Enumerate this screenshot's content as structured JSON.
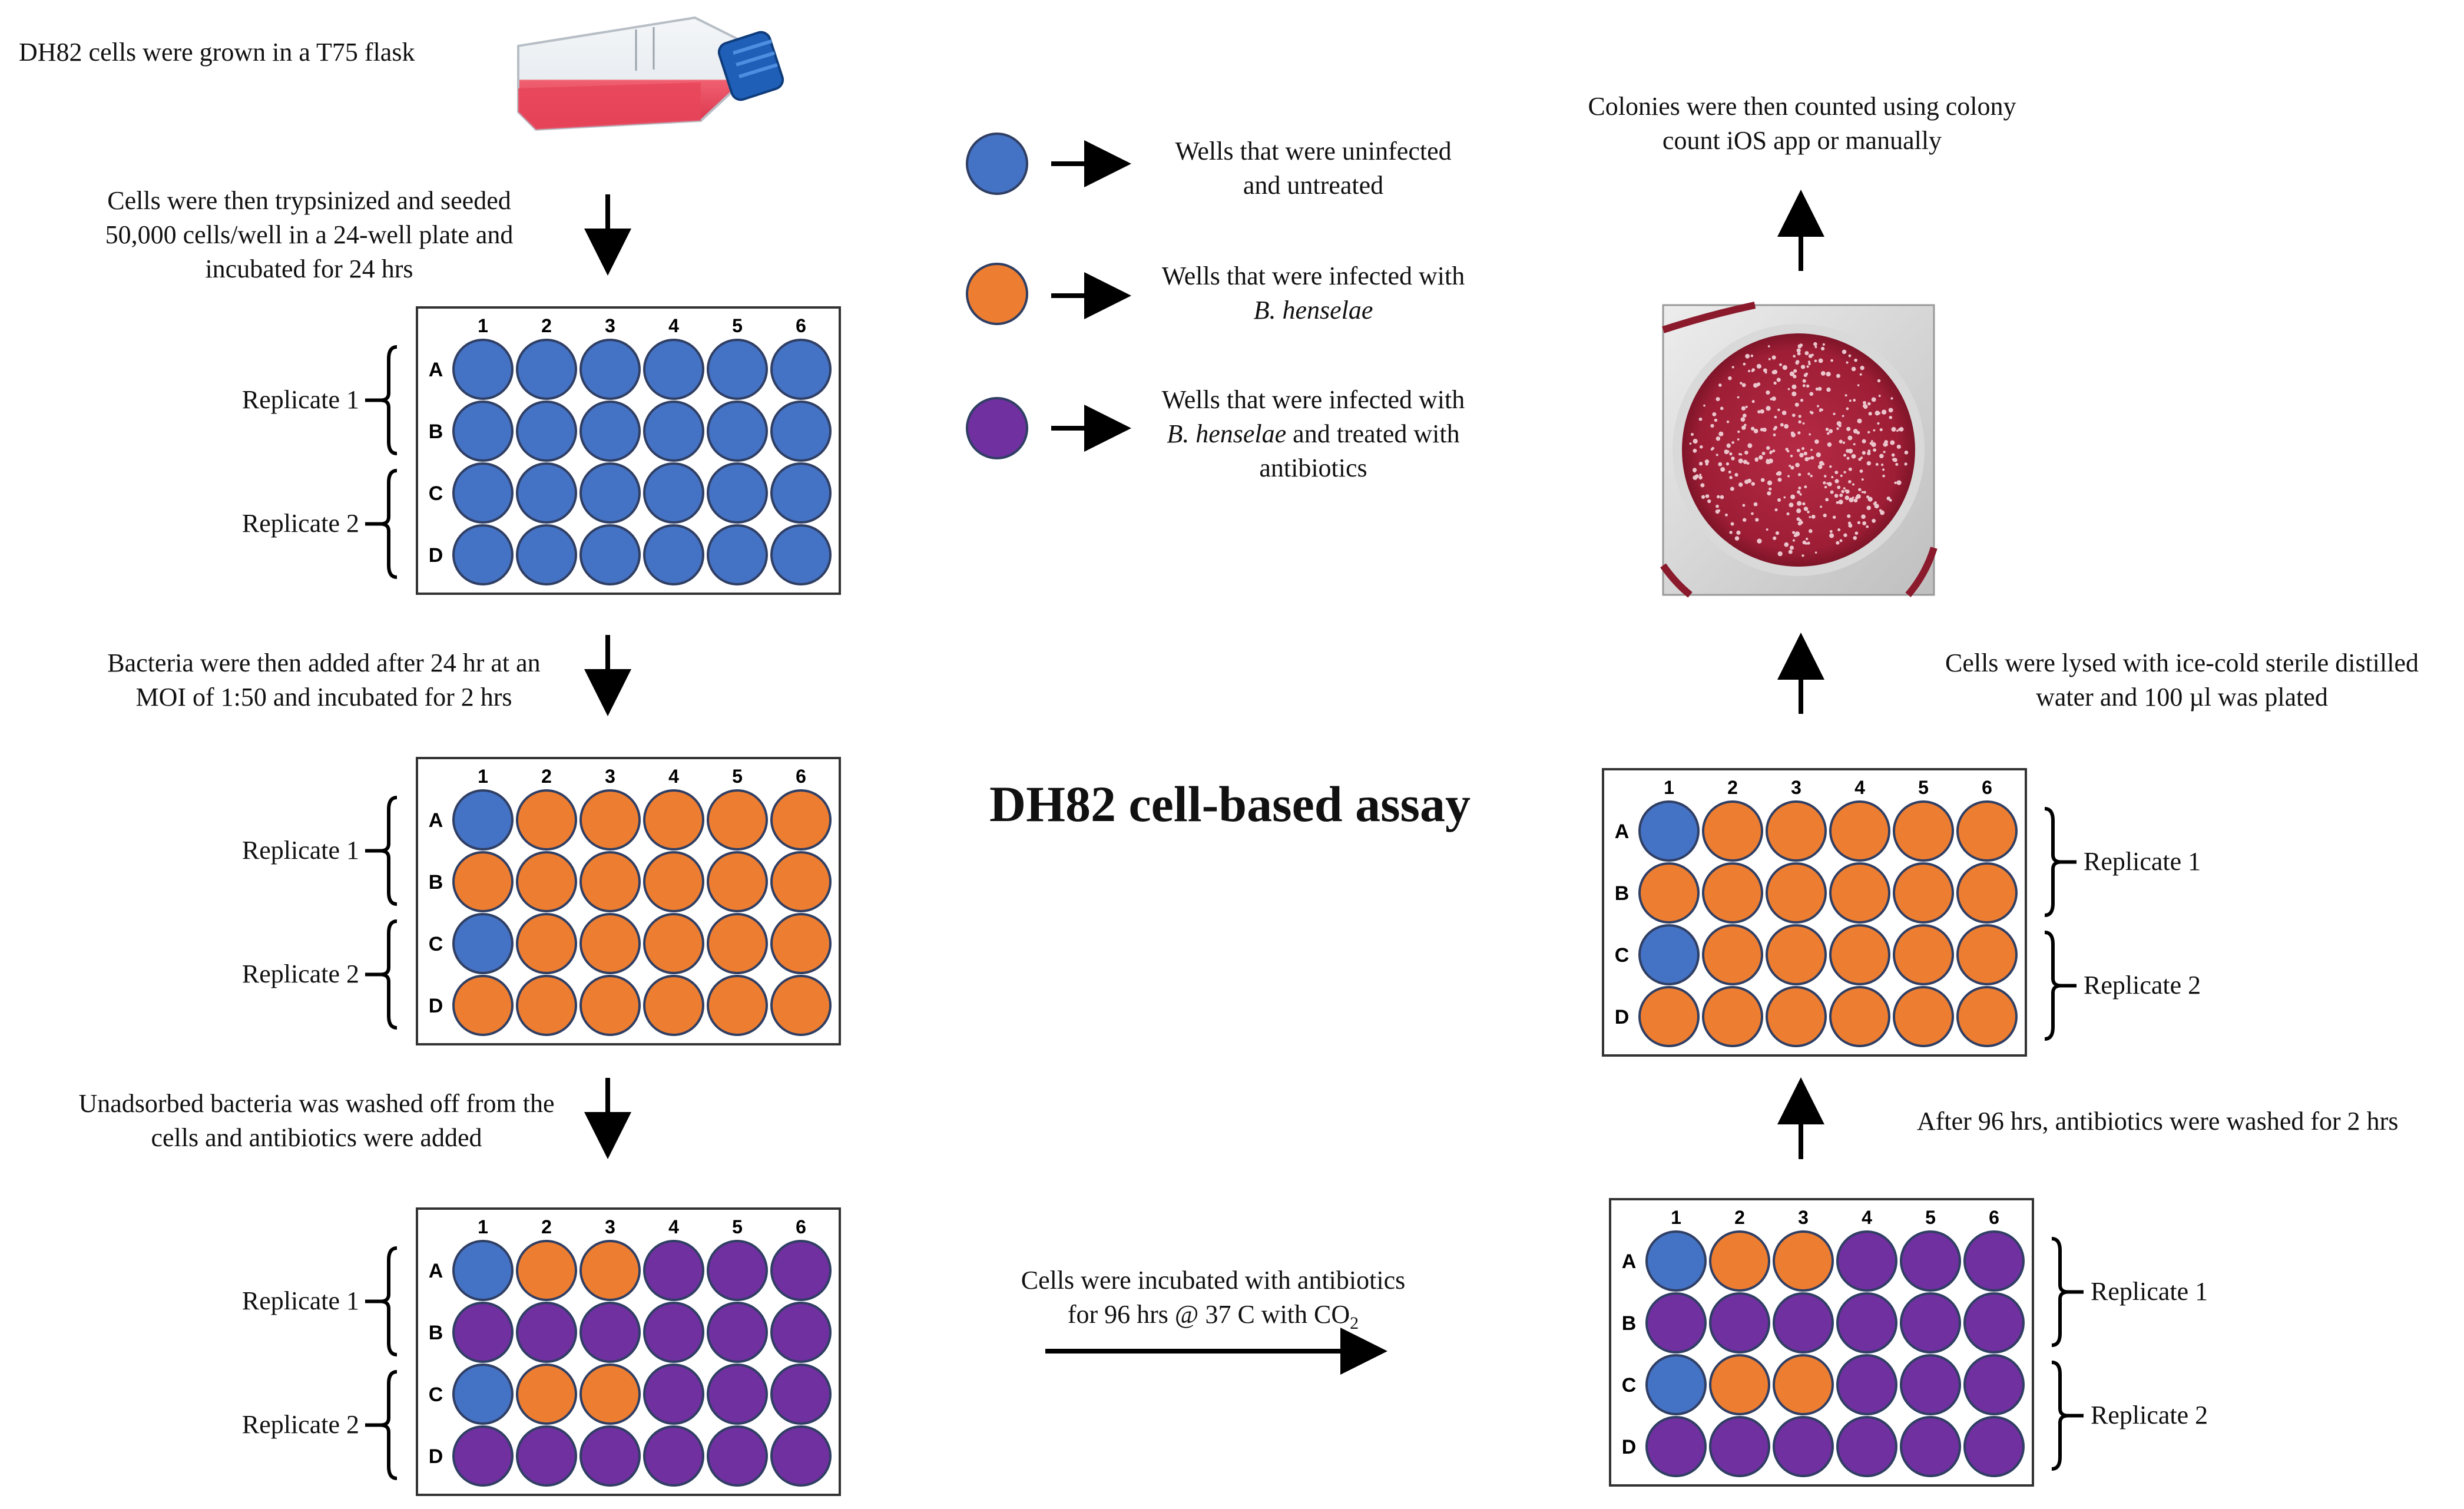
{
  "title": "DH82 cell-based assay",
  "colors": {
    "uninfected": "#4472C4",
    "infected": "#ED7D31",
    "treated": "#7030A0",
    "well_stroke": "#2F3E63",
    "plate_border": "#333333",
    "agar": "#B0243C",
    "flask_media": "#E8455A",
    "cap": "#1F5FB8"
  },
  "steps": {
    "flask": "DH82 cells were grown in a T75 flask",
    "seed": [
      "Cells were then trypsinized and seeded",
      "50,000 cells/well in a 24-well plate and",
      "incubated for 24 hrs"
    ],
    "bacteria": [
      "Bacteria were then added after 24 hr at an",
      "MOI of 1:50 and incubated for 2 hrs"
    ],
    "wash": [
      "Unadsorbed bacteria was washed off from the",
      "cells and antibiotics were added"
    ],
    "incubate": [
      "Cells were incubated with antibiotics",
      "for 96 hrs @ 37 C with CO",
      "2"
    ],
    "wash96": "After 96 hrs, antibiotics were washed for 2 hrs",
    "lyse": [
      "Cells were lysed with ice-cold sterile distilled",
      "water and 100 µl was plated"
    ],
    "count": [
      "Colonies were then counted using colony",
      "count iOS app or manually"
    ]
  },
  "legend": [
    {
      "color_key": "uninfected",
      "lines": [
        "Wells that were uninfected",
        "and untreated"
      ]
    },
    {
      "color_key": "infected",
      "line1_italic": "B. henselae",
      "line0": "Wells that were infected with"
    },
    {
      "color_key": "treated",
      "line0": "Wells that were infected with",
      "line1_italic": "B. henselae",
      "line1_rest": " and treated with",
      "line2": "antibiotics"
    }
  ],
  "plate_labels": {
    "columns": [
      "1",
      "2",
      "3",
      "4",
      "5",
      "6"
    ],
    "rows": [
      "A",
      "B",
      "C",
      "D"
    ],
    "replicate1": "Replicate 1",
    "replicate2": "Replicate 2"
  },
  "plates": [
    {
      "id": "plate1",
      "wells": [
        "UUUUUU",
        "UUUUUU",
        "UUUUUU",
        "UUUUUU"
      ]
    },
    {
      "id": "plate2",
      "wells": [
        "UIIIII",
        "IIIIII",
        "UIIIII",
        "IIIIII"
      ]
    },
    {
      "id": "plate3",
      "wells": [
        "UIITTT",
        "TTTTTT",
        "UIITTT",
        "TTTTTT"
      ]
    },
    {
      "id": "plate4",
      "wells": [
        "UIITTT",
        "TTTTTT",
        "UIITTT",
        "TTTTTT"
      ]
    },
    {
      "id": "plate5",
      "wells": [
        "UIIIII",
        "IIIIII",
        "UIIIII",
        "IIIIII"
      ]
    }
  ]
}
